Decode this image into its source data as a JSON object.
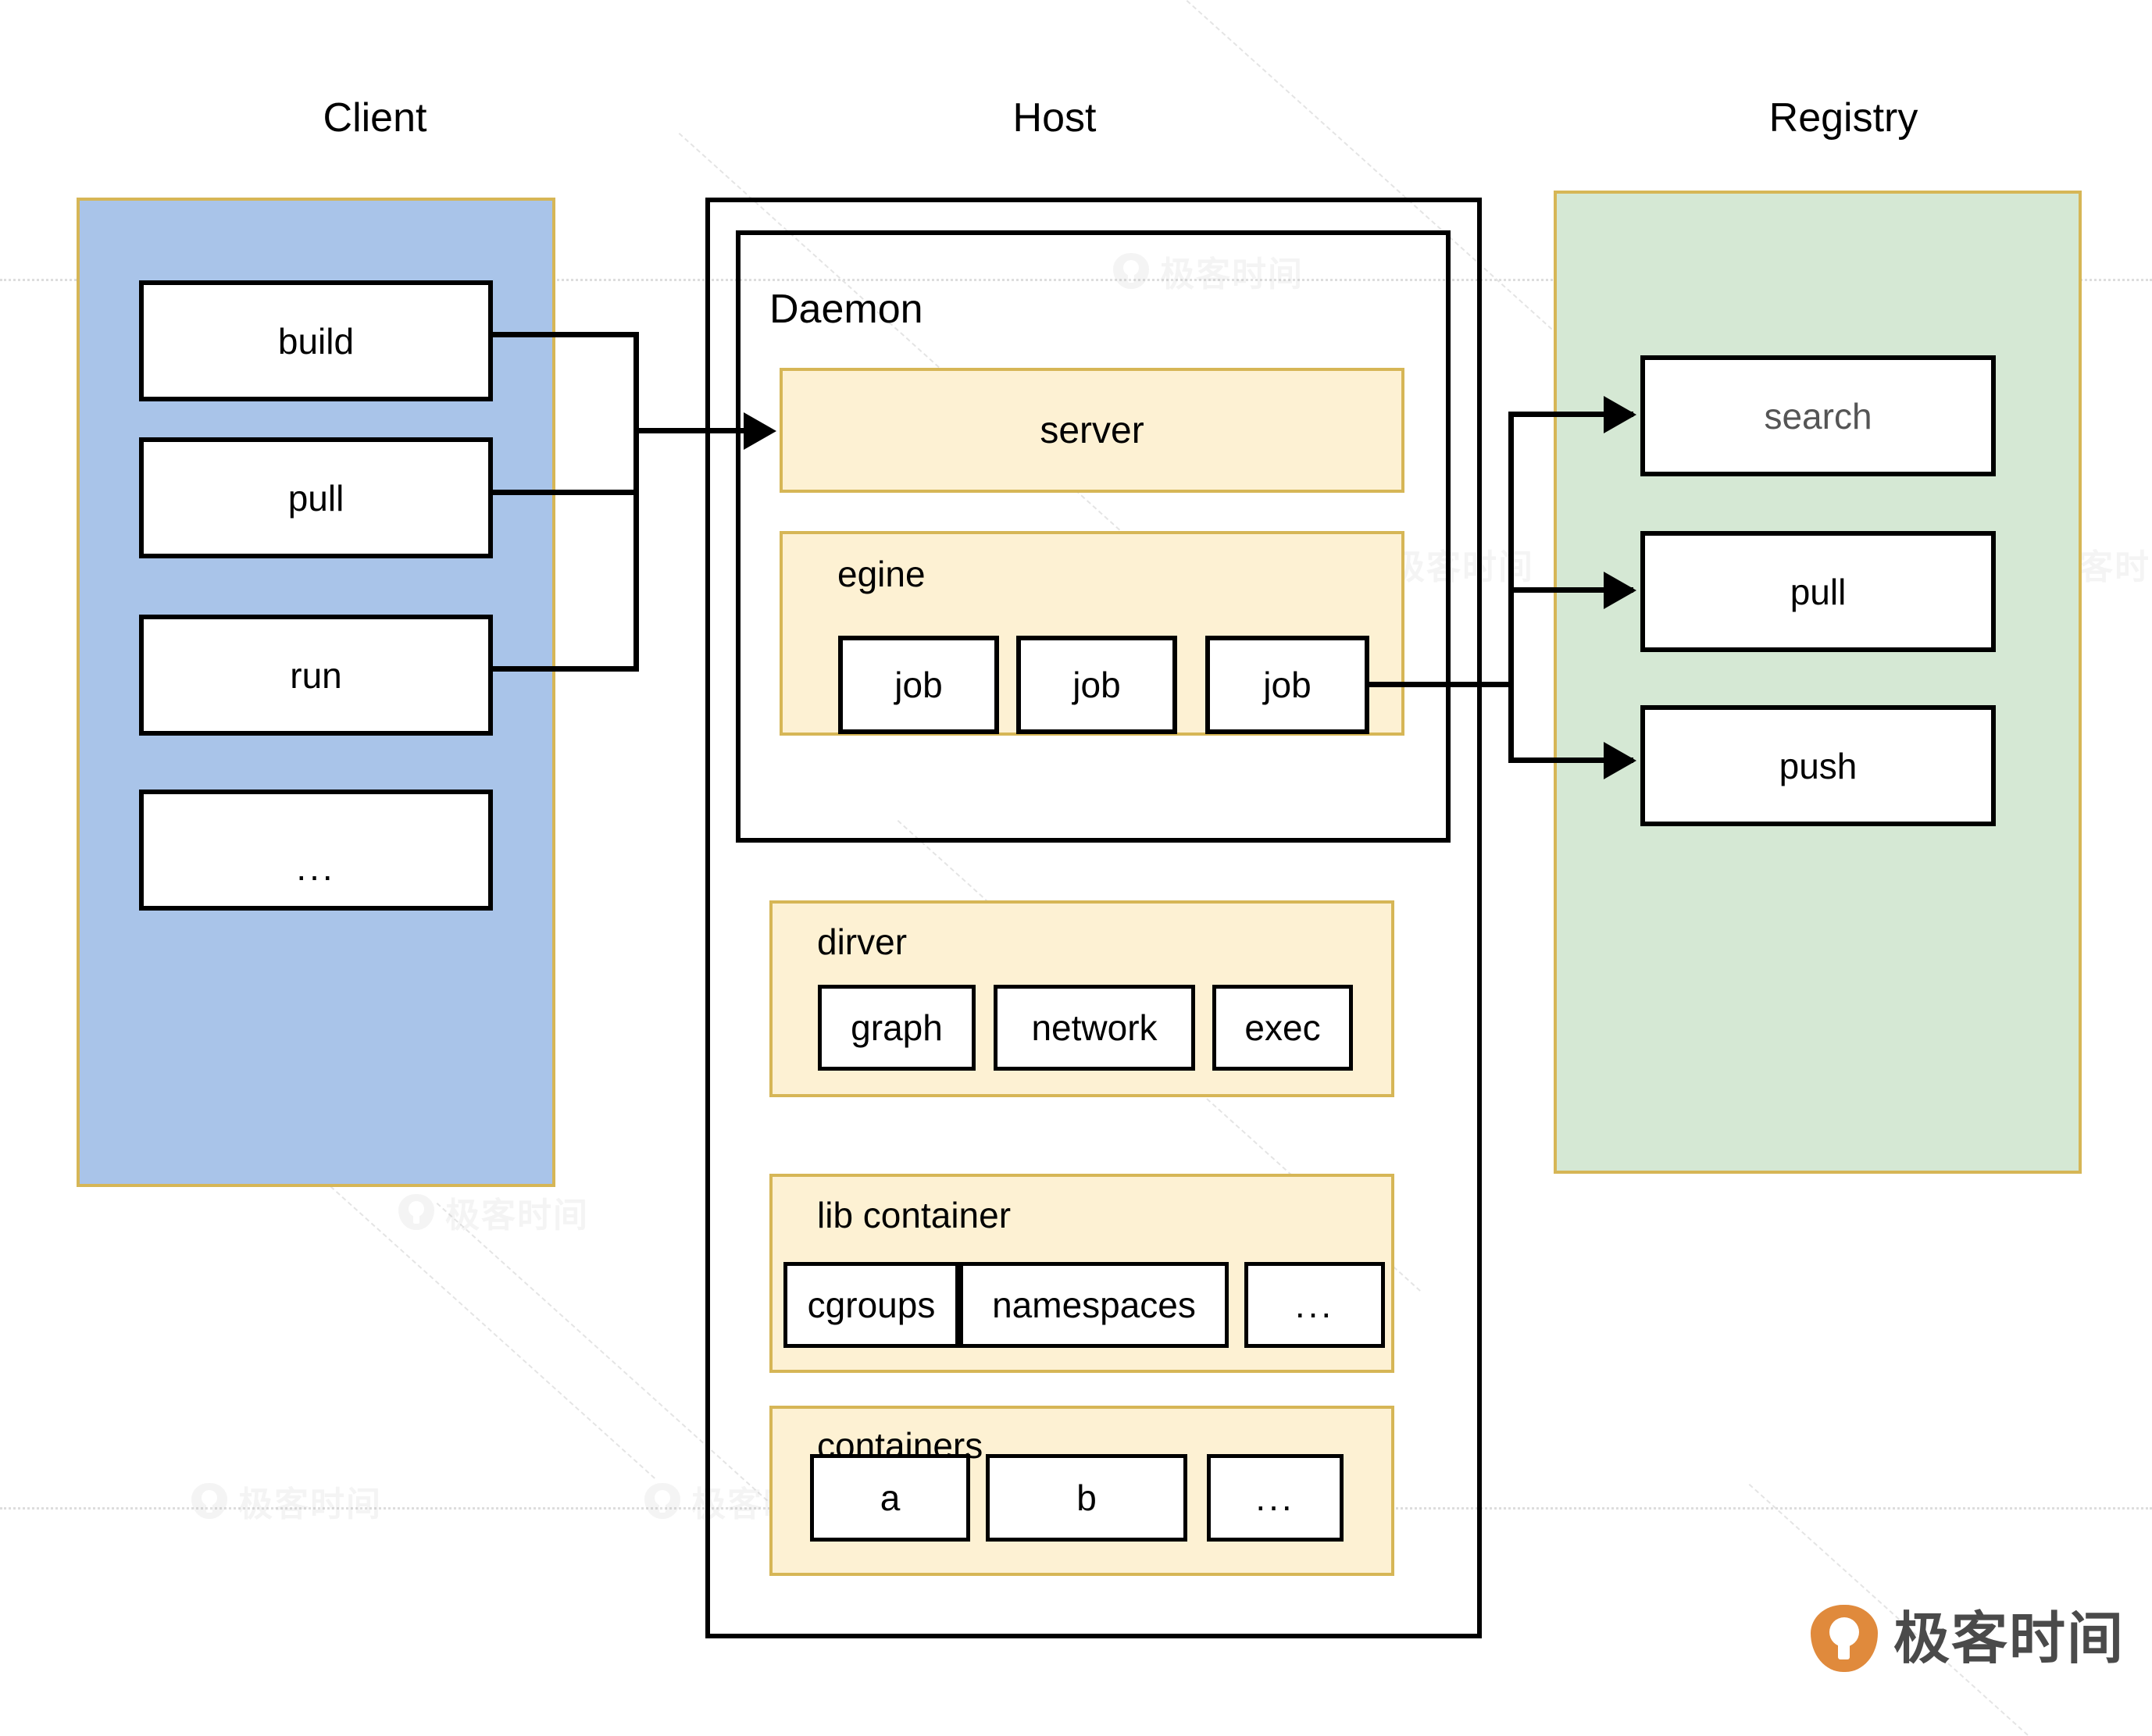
{
  "columns": {
    "client_title": "Client",
    "host_title": "Host",
    "registry_title": "Registry"
  },
  "client": {
    "commands": [
      {
        "label": "build"
      },
      {
        "label": "pull"
      },
      {
        "label": "run"
      },
      {
        "label": "..."
      }
    ]
  },
  "host": {
    "daemon_label": "Daemon",
    "server_label": "server",
    "engine": {
      "label": "egine",
      "jobs": [
        {
          "label": "job"
        },
        {
          "label": "job"
        },
        {
          "label": "job"
        }
      ]
    },
    "driver": {
      "label": "dirver",
      "items": [
        {
          "label": "graph"
        },
        {
          "label": "network"
        },
        {
          "label": "exec"
        }
      ]
    },
    "lib_container": {
      "label": "lib container",
      "items": [
        {
          "label": "cgroups"
        },
        {
          "label": "namespaces"
        },
        {
          "label": "..."
        }
      ]
    },
    "containers": {
      "label": "containers",
      "items": [
        {
          "label": "a"
        },
        {
          "label": "b"
        },
        {
          "label": "..."
        }
      ]
    }
  },
  "registry": {
    "operations": [
      {
        "label": "search"
      },
      {
        "label": "pull"
      },
      {
        "label": "push"
      }
    ]
  },
  "brand": {
    "name": "极客时间",
    "icon": "geektime-logo-icon"
  },
  "watermarks": [
    {
      "text": "极客时间"
    },
    {
      "text": "极客时间"
    },
    {
      "text": "极客时间"
    },
    {
      "text": "极客时间"
    },
    {
      "text": "极客时间"
    },
    {
      "text": "极客时间"
    },
    {
      "text": "极客时间"
    }
  ],
  "colors": {
    "client_fill": "#A9C4E9",
    "registry_fill": "#D5E8D4",
    "group_fill": "#FDF1D3",
    "group_border": "#D6B656",
    "stroke": "#000000",
    "muted_text": "#555555",
    "brand_orange": "#E08A3C"
  }
}
